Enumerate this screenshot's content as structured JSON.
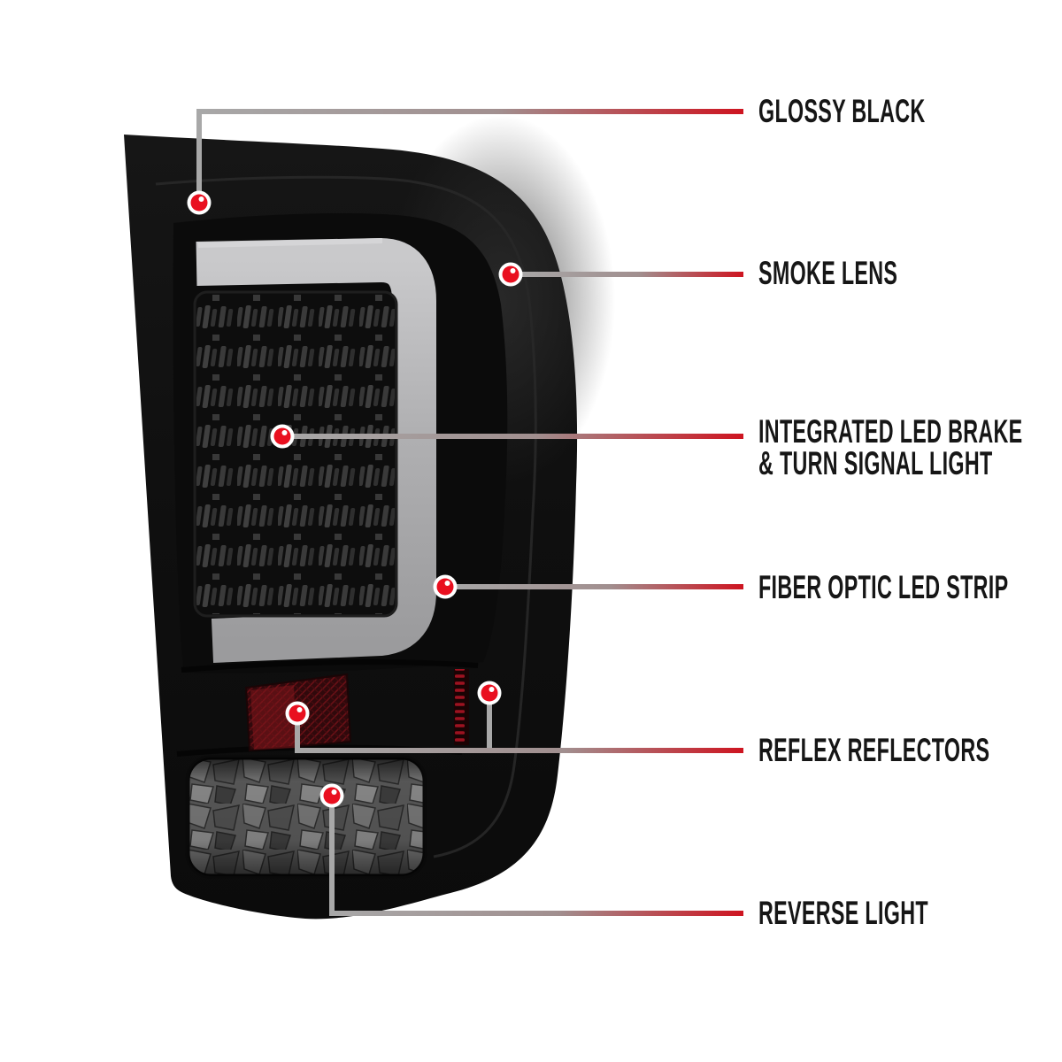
{
  "page": {
    "background": "#ffffff",
    "type": "product-feature-callout-diagram"
  },
  "colors": {
    "accent_red": "#ce1420",
    "marker_red": "#e90f1f",
    "line_gray": "#a8a8a8",
    "label_text": "#161616",
    "housing_black": "#101010",
    "light_bar_gray": "#b3b3b5"
  },
  "icons": {
    "callout_marker": "red-dot-marker-icon"
  },
  "callouts": [
    {
      "id": "glossy-black",
      "label": "GLOSSY BLACK"
    },
    {
      "id": "smoke-lens",
      "label": "SMOKE LENS"
    },
    {
      "id": "led-brake-turn",
      "label": "INTEGRATED LED BRAKE & TURN SIGNAL LIGHT",
      "lines": [
        "INTEGRATED LED BRAKE",
        "& TURN SIGNAL LIGHT"
      ]
    },
    {
      "id": "fiber-optic-strip",
      "label": "FIBER OPTIC LED STRIP"
    },
    {
      "id": "reflex-reflectors",
      "label": "REFLEX REFLECTORS"
    },
    {
      "id": "reverse-light",
      "label": "REVERSE LIGHT"
    }
  ]
}
